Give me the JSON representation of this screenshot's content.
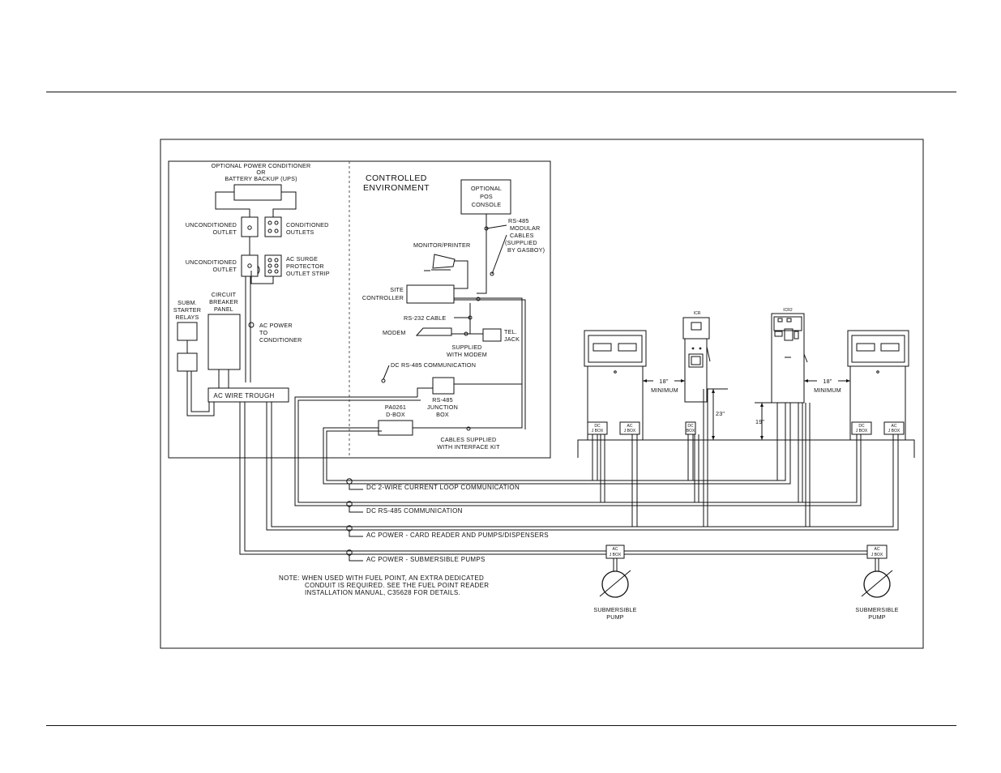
{
  "power_section": {
    "power_conditioner_title": [
      "OPTIONAL POWER CONDITIONER",
      "OR",
      "BATTERY BACKUP (UPS)"
    ],
    "unconditioned_outlet_1": [
      "UNCONDITIONED",
      "OUTLET"
    ],
    "conditioned_outlets": [
      "CONDITIONED",
      "OUTLETS"
    ],
    "unconditioned_outlet_2": [
      "UNCONDITIONED",
      "OUTLET"
    ],
    "surge_protector": [
      "AC SURGE",
      "PROTECTOR",
      "OUTLET STRIP"
    ],
    "subm_starter_relays": [
      "SUBM.",
      "STARTER",
      "RELAYS"
    ],
    "circuit_breaker_panel": [
      "CIRCUIT",
      "BREAKER",
      "PANEL"
    ],
    "ac_power_to_conditioner": [
      "AC POWER",
      "TO",
      "CONDITIONER"
    ],
    "ac_wire_trough": "AC WIRE TROUGH"
  },
  "controlled_section": {
    "title": [
      "CONTROLLED",
      "ENVIRONMENT"
    ],
    "pos_console": [
      "OPTIONAL",
      "POS",
      "CONSOLE"
    ],
    "rs485_modular_cables": [
      "RS-485",
      "MODULAR",
      "CABLES",
      "(SUPPLIED",
      "BY GASBOY)"
    ],
    "monitor_printer": "MONITOR/PRINTER",
    "site_controller": [
      "SITE",
      "CONTROLLER"
    ],
    "rs232_cable": "RS-232 CABLE",
    "modem": "MODEM",
    "tel_jack": [
      "TEL.",
      "JACK"
    ],
    "supplied_with_modem": [
      "SUPPLIED",
      "WITH MODEM"
    ],
    "dc_rs485_comm": "DC RS-485 COMMUNICATION",
    "rs485_junction_box": [
      "RS-485",
      "JUNCTION",
      "BOX"
    ],
    "pa0261_dbox": [
      "PA0261",
      "D-BOX"
    ],
    "cables_interface_kit": [
      "CABLES SUPPLIED",
      "WITH INTERFACE KIT"
    ]
  },
  "island": {
    "icr_label": "ICR",
    "icr2_label": "ICR2",
    "min_left": [
      "18\"",
      "MINIMUM"
    ],
    "min_right": [
      "18\"",
      "MINIMUM"
    ],
    "dim_23": "23\"",
    "dim_19": "19\"",
    "dc_jbox": [
      "DC",
      "J BOX"
    ],
    "ac_jbox": [
      "AC",
      "J BOX"
    ],
    "dc_box": [
      "DC",
      "BOX"
    ]
  },
  "conduits": {
    "dc_2wire": "DC 2-WIRE CURRENT LOOP COMMUNICATION",
    "dc_rs485": "DC RS-485 COMMUNICATION",
    "ac_card_reader": "AC POWER - CARD READER AND PUMPS/DISPENSERS",
    "ac_submersible": "AC POWER - SUBMERSIBLE PUMPS"
  },
  "note": [
    "NOTE:  WHEN USED WITH FUEL POINT, AN EXTRA DEDICATED",
    "CONDUIT IS REQUIRED. SEE THE FUEL POINT READER",
    "INSTALLATION MANUAL, C35628 FOR DETAILS."
  ],
  "pumps": {
    "ac_jbox": [
      "AC",
      "J BOX"
    ],
    "submersible_pump": [
      "SUBMERSIBLE",
      "PUMP"
    ]
  }
}
